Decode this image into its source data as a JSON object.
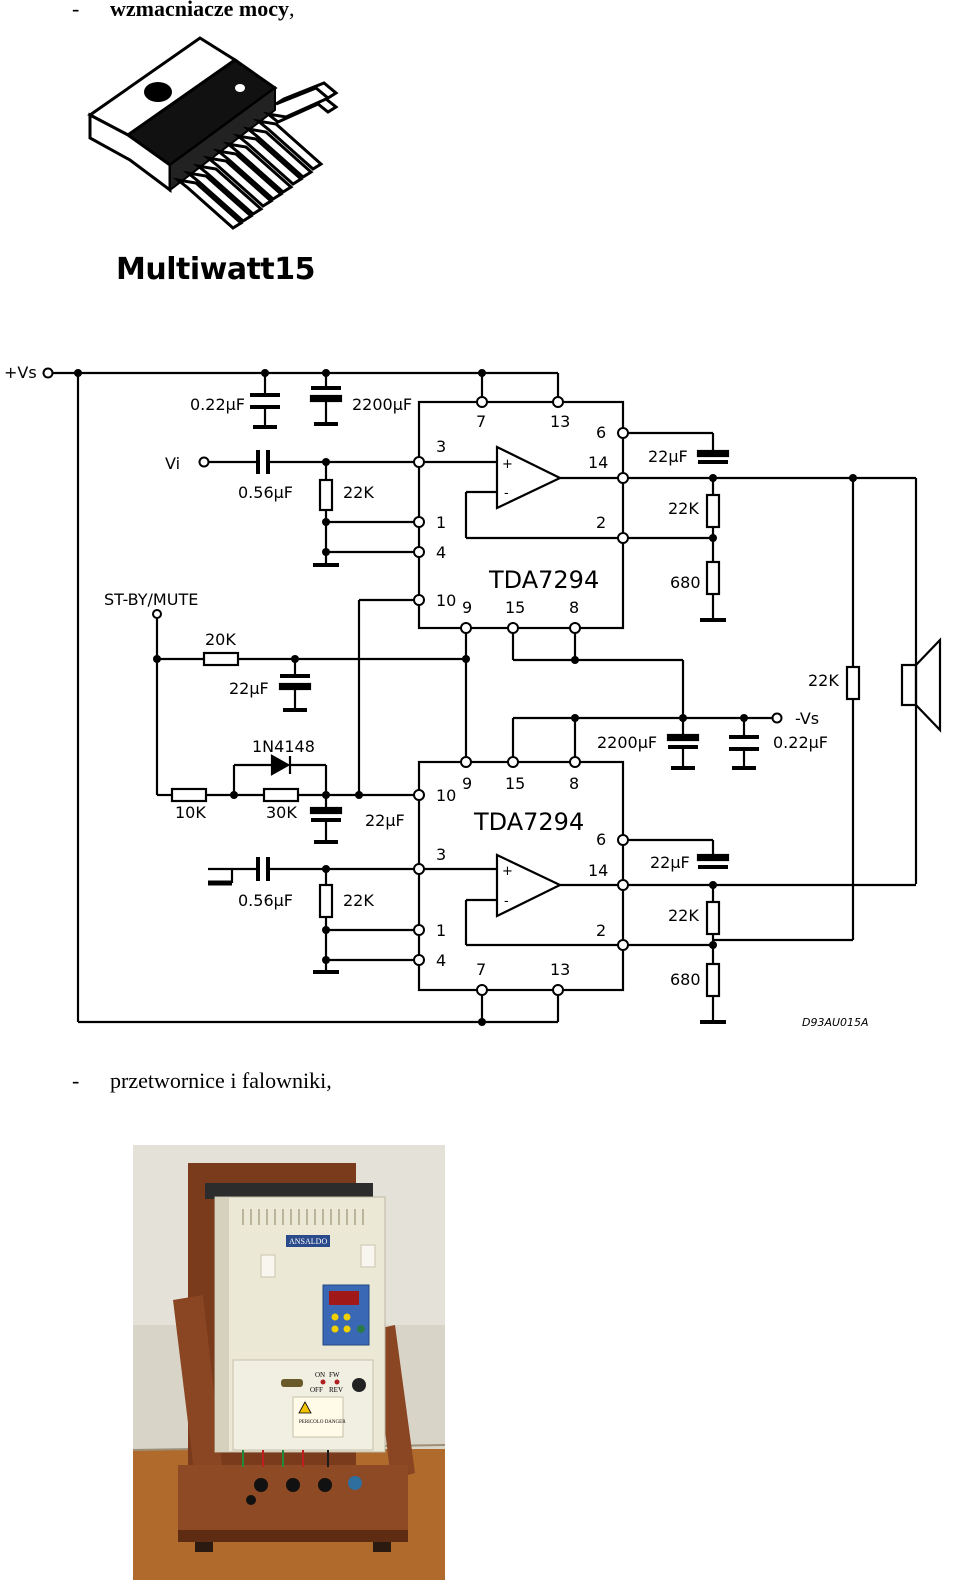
{
  "section1": {
    "dash": "-",
    "title": "wzmacniacze mocy",
    "trailing": ","
  },
  "package_label": "Multiwatt15",
  "schematic": {
    "supply_pos": "+Vs",
    "supply_neg": "-Vs",
    "input": "Vi",
    "standby": "ST-BY/MUTE",
    "chip_top": "TDA7294",
    "chip_bottom": "TDA7294",
    "c_022_top": "0.22µF",
    "c_2200_top": "2200µF",
    "c_in_top": "0.56µF",
    "r_in_top": "22K",
    "c_boot_top": "22µF",
    "r_fb_top": "22K",
    "r_680_top": "680",
    "r_20k": "20K",
    "c_st_22": "22µF",
    "r_speaker": "22K",
    "c_2200_neg": "2200µF",
    "c_022_neg": "0.22µF",
    "diode": "1N4148",
    "r_10k": "10K",
    "r_30k": "30K",
    "c_mute_22": "22µF",
    "c_in_bot": "0.56µF",
    "r_in_bot": "22K",
    "c_boot_bot": "22µF",
    "r_fb_bot": "22K",
    "r_680_bot": "680",
    "ref_code": "D93AU015A",
    "pins_top": {
      "p7": "7",
      "p13": "13",
      "p3": "3",
      "p1": "1",
      "p4": "4",
      "p10": "10",
      "p9": "9",
      "p15": "15",
      "p8": "8",
      "p6": "6",
      "p14": "14",
      "p2": "2"
    },
    "pins_bot": {
      "p9": "9",
      "p15": "15",
      "p8": "8",
      "p10": "10",
      "p6": "6",
      "p3": "3",
      "p14": "14",
      "p1": "1",
      "p2": "2",
      "p4": "4",
      "p7": "7",
      "p13": "13"
    },
    "opamp_plus": "+",
    "opamp_minus": "-"
  },
  "section2": {
    "dash": "-",
    "title": "przetwornice i falowniki,"
  },
  "photo": {
    "brand": "ANSALDO",
    "sw_on": "ON",
    "sw_fw": "FW",
    "sw_off": "OFF",
    "sw_rev": "REV",
    "warning": "PERICOLO DANGER"
  }
}
